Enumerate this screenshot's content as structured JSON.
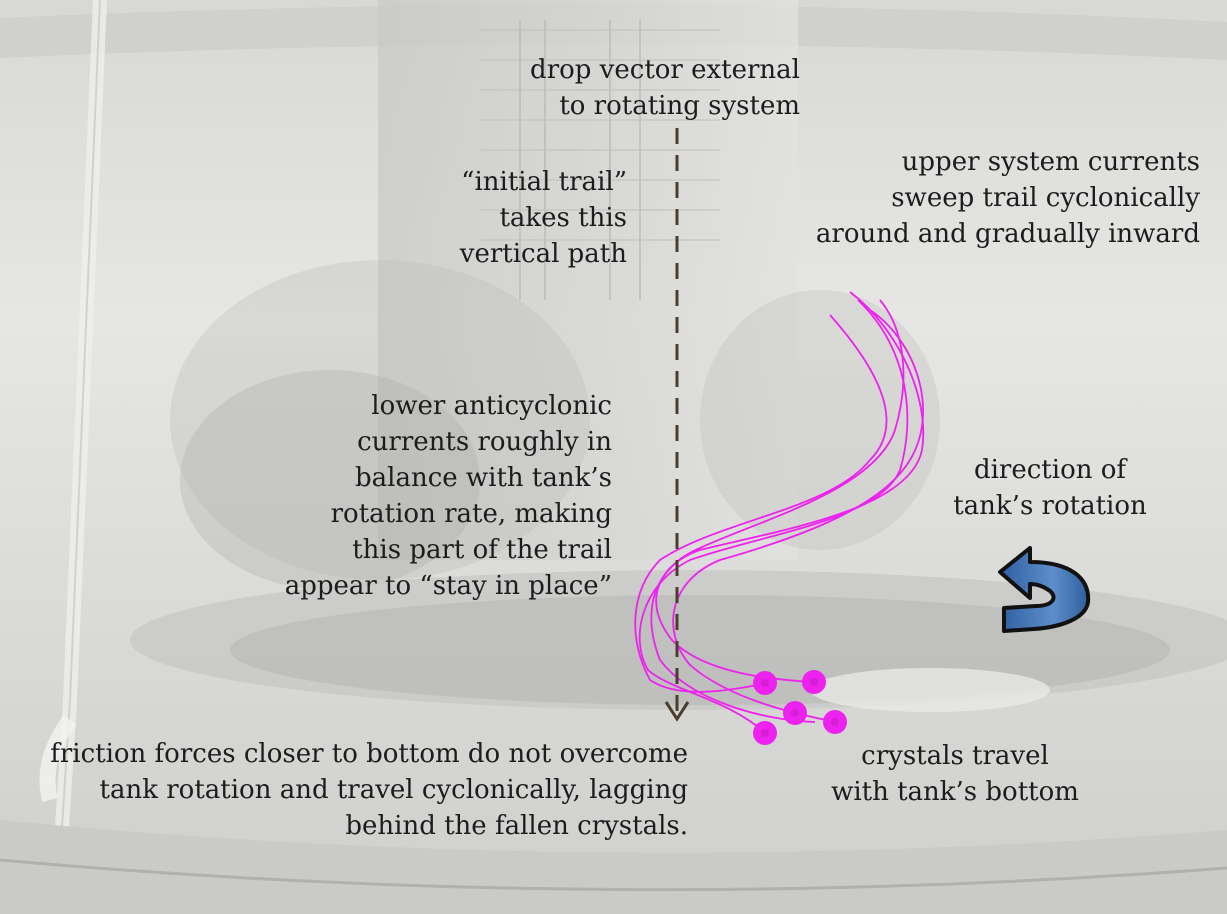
{
  "labels": {
    "drop_vector": [
      "drop vector external",
      "to rotating system"
    ],
    "initial_trail": [
      "“initial trail”",
      "takes this",
      "vertical path"
    ],
    "upper_currents": [
      "upper system currents",
      "sweep trail cyclonically",
      "around and gradually inward"
    ],
    "lower_currents": [
      "lower anticyclonic",
      "currents roughly in",
      "balance with tank’s",
      "rotation rate, making",
      "this part of the trail",
      "appear to “stay in place”"
    ],
    "rotation_direction": [
      "direction of",
      "tank’s rotation"
    ],
    "friction": [
      "friction forces closer to bottom do not overcome",
      "tank rotation and travel cyclonically, lagging",
      "behind the fallen crystals."
    ],
    "crystals": [
      "crystals travel",
      "with tank’s bottom"
    ]
  },
  "colors": {
    "trail": "#ee22ee",
    "crystal_dot": "#ee22ee",
    "drop_arrow": "#4a3f2c",
    "rotation_arrow_fill": "#3f6fae",
    "rotation_arrow_stroke": "#111111"
  },
  "icons": {
    "rotation_arrow": "curved-arrow-left-icon",
    "drop_arrow": "dashed-down-arrow"
  }
}
